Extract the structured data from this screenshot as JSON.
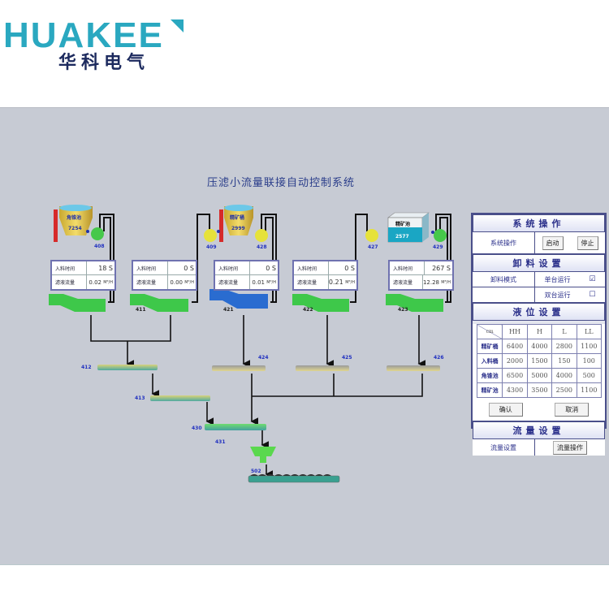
{
  "brand": {
    "name_en": "HUAKEE",
    "name_cn": "华科电气",
    "color": "#2aa8c0"
  },
  "hmi": {
    "title": "压滤小流量联接自动控制系统",
    "background": "#c7cbd4",
    "tanks": [
      {
        "id": "tank-1",
        "label": "角锥池",
        "value": "7254"
      },
      {
        "id": "tank-2",
        "label": "精矿桶",
        "value": "2999"
      },
      {
        "id": "tank-3",
        "label": "精矿池",
        "value": "2577"
      }
    ],
    "pumps": [
      "408",
      "409",
      "428",
      "427",
      "429"
    ],
    "filter_units": [
      {
        "tag": "",
        "feed_time_label": "入料时间",
        "feed_time": "18",
        "feed_time_unit": "S",
        "flow_label": "滤液流量",
        "flow": "0.02",
        "flow_unit": "M³/H",
        "color": "green"
      },
      {
        "tag": "411",
        "feed_time_label": "入料时间",
        "feed_time": "0",
        "feed_time_unit": "S",
        "flow_label": "滤液流量",
        "flow": "0.00",
        "flow_unit": "M³/H",
        "color": "green"
      },
      {
        "tag": "421",
        "feed_time_label": "入料时间",
        "feed_time": "0",
        "feed_time_unit": "S",
        "flow_label": "滤液流量",
        "flow": "0.01",
        "flow_unit": "M³/H",
        "color": "blue"
      },
      {
        "tag": "422",
        "feed_time_label": "入料时间",
        "feed_time": "0",
        "feed_time_unit": "S",
        "flow_label": "滤液流量",
        "flow": "0.21",
        "flow_unit": "M³/H",
        "color": "green"
      },
      {
        "tag": "423",
        "feed_time_label": "入料时间",
        "feed_time": "267",
        "feed_time_unit": "S",
        "flow_label": "滤液流量",
        "flow": "12.28",
        "flow_unit": "M³/H",
        "color": "green"
      }
    ],
    "conveyors": [
      "412",
      "413",
      "424",
      "425",
      "426",
      "430",
      "431",
      "502"
    ]
  },
  "control": {
    "system_ops": {
      "header": "系统操作",
      "label": "系统操作",
      "start": "启动",
      "stop": "停止"
    },
    "discharge": {
      "header": "卸料设置",
      "mode_label": "卸料模式",
      "single": "单台运行",
      "single_checked": true,
      "double": "双台运行",
      "double_checked": false
    },
    "level": {
      "header": "液位设置",
      "unit": "cm",
      "columns": [
        "HH",
        "H",
        "L",
        "LL"
      ],
      "rows": [
        {
          "name": "精矿桶",
          "values": [
            "6400",
            "4000",
            "2800",
            "1100"
          ]
        },
        {
          "name": "入料桶",
          "values": [
            "2000",
            "1500",
            "150",
            "100"
          ]
        },
        {
          "name": "角锥池",
          "values": [
            "6500",
            "5000",
            "4000",
            "500"
          ]
        },
        {
          "name": "精矿池",
          "values": [
            "4300",
            "3500",
            "2500",
            "1100"
          ]
        }
      ],
      "confirm": "确认",
      "cancel": "取消"
    },
    "flow": {
      "header": "流量设置",
      "label": "流量设置",
      "button": "流量操作"
    }
  }
}
